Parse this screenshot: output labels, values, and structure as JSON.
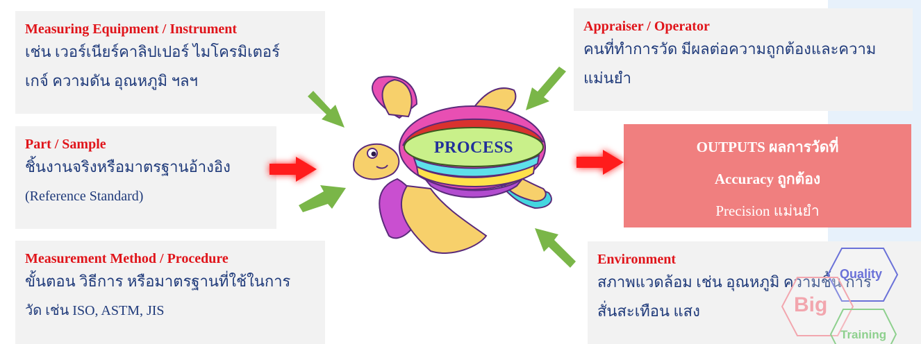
{
  "measuring": {
    "title": "Measuring Equipment / Instrument",
    "line1": "เช่น เวอร์เนียร์คาลิปเปอร์ ไมโครมิเตอร์",
    "line2": "เกจ์ ความดัน อุณหภูมิ ฯลฯ"
  },
  "part": {
    "title": "Part / Sample",
    "line1": "ชิ้นงานจริงหรือมาตรฐานอ้างอิง",
    "line2": "(Reference Standard)"
  },
  "method": {
    "title": "Measurement Method / Procedure",
    "line1": "ขั้นตอน วิธีการ หรือมาตรฐานที่ใช้ในการ",
    "line2": "วัด เช่น ISO, ASTM, JIS"
  },
  "appraiser": {
    "title": "Appraiser / Operator",
    "line1": "คนที่ทำการวัด มีผลต่อความถูกต้องและความ",
    "line2": "แม่นยำ"
  },
  "environment": {
    "title": "Environment",
    "line1": "สภาพแวดล้อม เช่น อุณหภูมิ ความชื้น การ",
    "line2": "สั่นสะเทือน แสง"
  },
  "outputs": {
    "line1": "OUTPUTS ผลการวัดที่",
    "line2": "Accuracy ถูกต้อง",
    "line3": "Precision แม่นยำ"
  },
  "process": {
    "label": "PROCESS"
  },
  "logo": {
    "quality": "Quality",
    "big": "Big",
    "training": "Training"
  },
  "colors": {
    "title_red": "#e0141a",
    "body_blue": "#1f3a7a",
    "arrow_green": "#7ab648",
    "arrow_red": "#ff1a1a",
    "outputs_bg": "#f07f7f",
    "process_oval": "#c9f08a"
  }
}
